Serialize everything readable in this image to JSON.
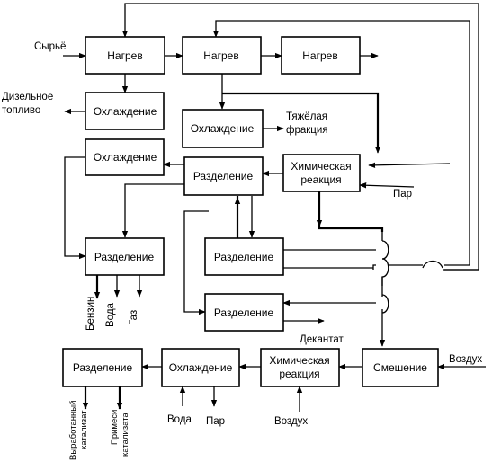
{
  "boxes": {
    "heat1": "Нагрев",
    "heat2": "Нагрев",
    "heat3": "Нагрев",
    "cool1": "Охлаждение",
    "cool2": "Охлаждение",
    "cool_left": "Охлаждение",
    "sep_center": "Разделение",
    "chem1_line1": "Химическая",
    "chem1_line2": "реакция",
    "sep_left": "Разделение",
    "sep_mid1": "Разделение",
    "sep_mid2": "Разделение",
    "sep_bottom": "Разделение",
    "cool_bottom": "Охлаждение",
    "chem2_line1": "Химическая",
    "chem2_line2": "реакция",
    "mixing": "Смешение"
  },
  "labels": {
    "raw": "Сырьё",
    "diesel_line1": "Дизельное",
    "diesel_line2": "топливо",
    "heavy_line1": "Тяжёлая",
    "heavy_line2": "фракция",
    "steam1": "Пар",
    "decantate": "Декантат",
    "air1": "Воздух",
    "water_bottom": "Вода",
    "steam_bottom": "Пар",
    "air_bottom": "Воздух",
    "benzine": "Бензин",
    "water_left": "Вода",
    "gas": "Газ",
    "spent_line1": "Выработанный",
    "spent_line2": "катализат",
    "impurity_line1": "Примеси",
    "impurity_line2": "катализата"
  }
}
